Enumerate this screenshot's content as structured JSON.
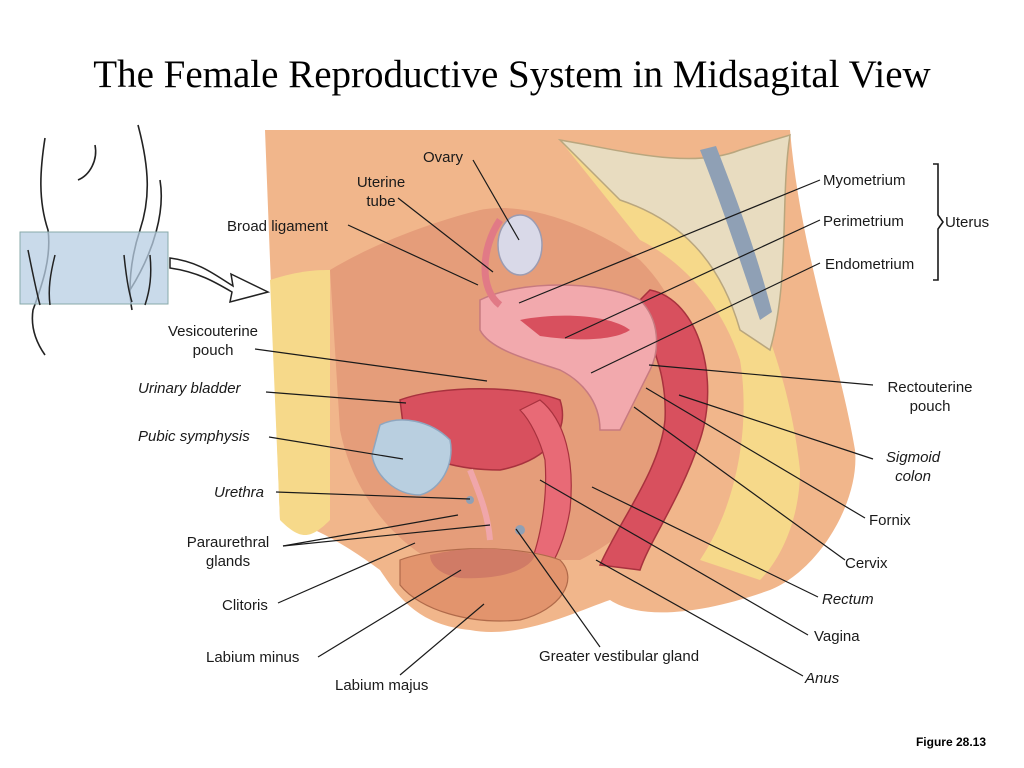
{
  "title": "The Female Reproductive System in Midsagital View",
  "figure_label": "Figure 28.13",
  "labels": {
    "ovary": "Ovary",
    "uterine_tube": "Uterine\ntube",
    "broad_ligament": "Broad ligament",
    "vesicouterine_pouch": "Vesicouterine\npouch",
    "urinary_bladder": "Urinary bladder",
    "pubic_symphysis": "Pubic symphysis",
    "urethra": "Urethra",
    "paraurethral_glands": "Paraurethral\nglands",
    "clitoris": "Clitoris",
    "labium_minus": "Labium minus",
    "labium_majus": "Labium majus",
    "greater_vestibular_gland": "Greater vestibular gland",
    "myometrium": "Myometrium",
    "perimetrium": "Perimetrium",
    "endometrium": "Endometrium",
    "uterus": "Uterus",
    "rectouterine_pouch": "Rectouterine\npouch",
    "sigmoid_colon": "Sigmoid\ncolon",
    "fornix": "Fornix",
    "cervix": "Cervix",
    "rectum": "Rectum",
    "vagina": "Vagina",
    "anus": "Anus"
  },
  "colors": {
    "skin": "#e6a77f",
    "fat": "#f6d98a",
    "cavity": "#e9a07d",
    "muscle_pink": "#f0a6aa",
    "mucosa_red": "#d8505e",
    "bone": "#e8dcc0",
    "bladder_blue": "#b9cfe0",
    "vessel_gray": "#8fa0b5",
    "leader": "#1a1a1a"
  }
}
